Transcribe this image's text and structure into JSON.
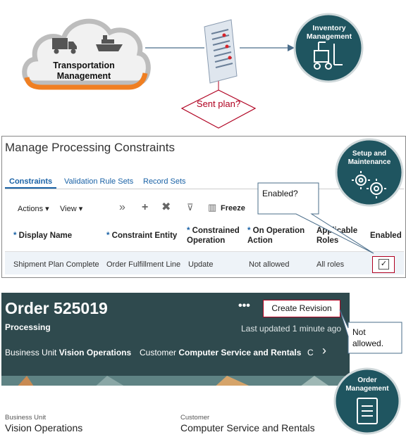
{
  "diagram": {
    "source_label_line1": "Transportation",
    "source_label_line2": "Management",
    "target_label_line1": "Inventory",
    "target_label_line2": "Management",
    "decision_label": "Sent plan?",
    "icons": [
      "cloud-icon",
      "truck-icon",
      "ship-icon",
      "document-icon",
      "forklift-icon"
    ]
  },
  "constraints": {
    "title": "Manage Processing Constraints",
    "tabs": [
      "Constraints",
      "Validation Rule Sets",
      "Record Sets"
    ],
    "toolbar": {
      "actions": "Actions",
      "view": "View",
      "freeze": "Freeze"
    },
    "columns": [
      {
        "label": "Display Name",
        "required": true
      },
      {
        "label": "Constraint Entity",
        "required": true
      },
      {
        "label": "Constrained Operation",
        "required": true
      },
      {
        "label": "On Operation Action",
        "required": true
      },
      {
        "label": "Applicable Roles",
        "required": false
      },
      {
        "label": "Enabled",
        "required": false
      }
    ],
    "row": {
      "display_name": "Shipment Plan Complete",
      "entity": "Order Fulfillment Line",
      "operation": "Update",
      "action": "Not allowed",
      "roles": "All roles",
      "enabled": true
    },
    "badge_line1": "Setup and",
    "badge_line2": "Maintenance",
    "callout": "Enabled?"
  },
  "order": {
    "title": "Order 525019",
    "status": "Processing",
    "more": "•••",
    "create_revision": "Create Revision",
    "last_updated": "Last updated 1 minute ago",
    "bu_label": "Business Unit",
    "bu_value": "Vision Operations",
    "cust_label": "Customer",
    "cust_value": "Computer Service and Rentals",
    "trailing": "C",
    "badge_line1": "Order",
    "badge_line2": "Management",
    "callout_line1": "Not",
    "callout_line2": "allowed."
  },
  "colors": {
    "teal": "#2f4a4e",
    "badge": "#1f5560",
    "accent_red": "#b00020",
    "orange": "#f07f22",
    "link_blue": "#1a62a6"
  }
}
